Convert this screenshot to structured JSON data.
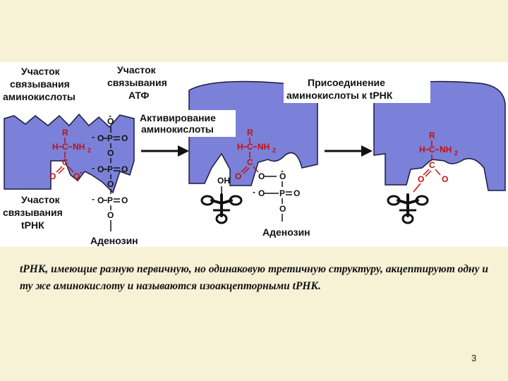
{
  "diagram": {
    "labels": {
      "amino_site_l1": "Участок",
      "amino_site_l2": "связывания",
      "amino_site_l3": "аминокислоты",
      "atp_site_l1": "Участок",
      "atp_site_l2": "связывания",
      "atp_site_l3": "АТФ",
      "activation_l1": "Активирование",
      "activation_l2": "аминокислоты",
      "attach_l1": "Присоединение",
      "attach_l2": "аминокислоты к tРНК",
      "trna_site_l1": "Участок",
      "trna_site_l2": "связывания",
      "trna_site_l3": "tРНК",
      "adenosine_1": "Аденозин",
      "adenosine_2": "Аденозин"
    },
    "atoms": {
      "R": "R",
      "H": "H",
      "C": "C",
      "NH2": "NH",
      "sub2": "2",
      "O": "O",
      "Ominus": "O",
      "P": "P",
      "OH": "OH",
      "minus": "-"
    }
  },
  "caption": "tРНК, имеющие разную первичную, но одинаковую третичную структуру, акцептируют одну и ту же аминокислоту и называются изоакцепторными tРНК.",
  "page_number": "3",
  "colors": {
    "enzyme": "#7b80d8",
    "enzyme_edge": "#1a1a40",
    "background": "#f7f1d6",
    "amino_acid": "#c01010"
  }
}
